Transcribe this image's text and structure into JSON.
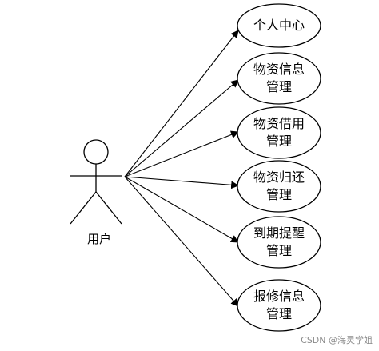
{
  "actor": {
    "label": "用户"
  },
  "use_cases": [
    {
      "id": "personal-center",
      "lines": [
        "个人中心"
      ]
    },
    {
      "id": "material-info",
      "lines": [
        "物资信息",
        "管理"
      ]
    },
    {
      "id": "material-borrow",
      "lines": [
        "物资借用",
        "管理"
      ]
    },
    {
      "id": "material-return",
      "lines": [
        "物资归还",
        "管理"
      ]
    },
    {
      "id": "due-reminder",
      "lines": [
        "到期提醒",
        "管理"
      ]
    },
    {
      "id": "repair-info",
      "lines": [
        "报修信息",
        "管理"
      ]
    }
  ],
  "watermark": "CSDN @海灵学姐"
}
